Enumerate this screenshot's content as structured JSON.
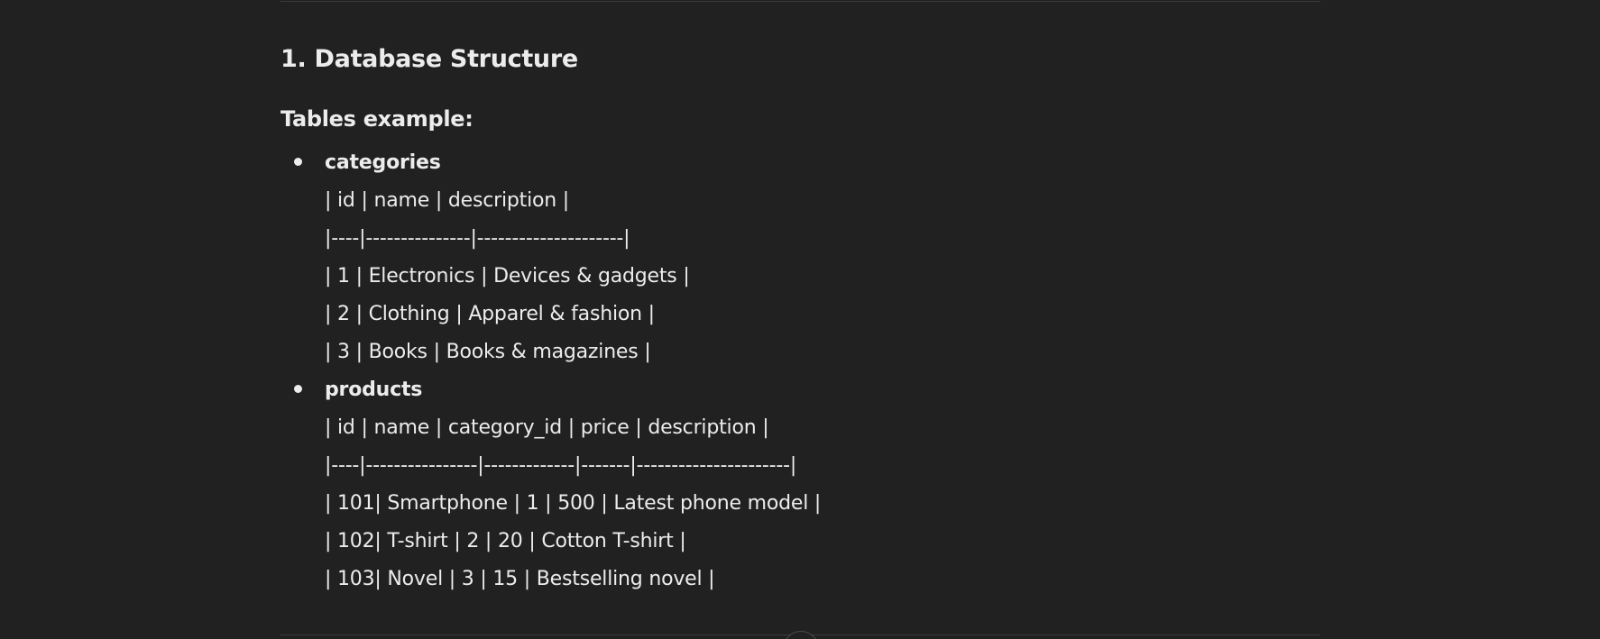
{
  "section_title": "1. Database Structure",
  "subtitle": "Tables example:",
  "tables": [
    {
      "name": "categories",
      "lines": [
        "| id | name | description |",
        "|----|---------------|---------------------|",
        "| 1 | Electronics | Devices & gadgets |",
        "| 2 | Clothing | Apparel & fashion |",
        "| 3 | Books | Books & magazines |"
      ]
    },
    {
      "name": "products",
      "lines": [
        "| id | name | category_id | price | description |",
        "|----|----------------|-------------|-------|----------------------|",
        "| 101| Smartphone | 1 | 500 | Latest phone model |",
        "| 102| T-shirt | 2 | 20 | Cotton T-shirt |",
        "| 103| Novel | 3 | 15 | Bestselling novel |"
      ]
    }
  ]
}
